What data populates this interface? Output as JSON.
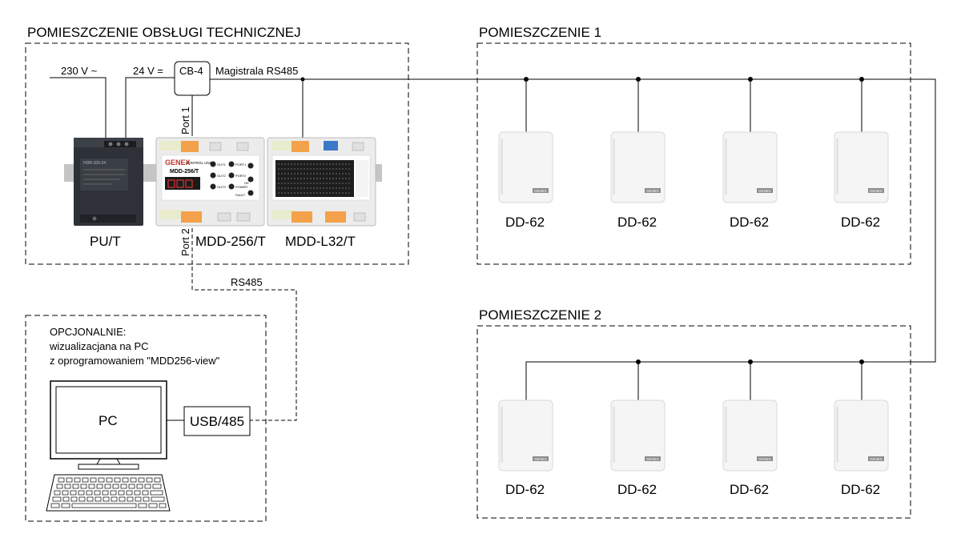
{
  "rooms": {
    "technical": "POMIESZCZENIE OBSŁUGI TECHNICZNEJ",
    "room1": "POMIESZCZENIE 1",
    "room2": "POMIESZCZENIE 2"
  },
  "labels": {
    "v230": "230 V ~",
    "v24": "24 V =",
    "cb4": "CB-4",
    "bus": "Magistrala RS485",
    "port1": "Port 1",
    "port2": "Port 2",
    "rs485": "RS485",
    "usb485": "USB/485",
    "pc": "PC"
  },
  "devices": {
    "psu": "PU/T",
    "mdd256": "MDD-256/T",
    "mddl32": "MDD-L32/T",
    "mdd_brand": "GENEX",
    "mdd_cu": "CONTROL UNIT",
    "mdd_model": "MDD-256/T",
    "psu_model": "HDR-100-24",
    "led": {
      "out1": "OUT1",
      "out2": "OUT2",
      "out3": "OUT3",
      "port1": "PORT1",
      "port2": "PORT2",
      "power": "POWER",
      "fault": "FAULT",
      "ok": "OK"
    }
  },
  "detector": "DD-62",
  "detector_brand": "GENEX",
  "optional": {
    "line1": "OPCJONALNIE:",
    "line2": "wizualizacjana na PC",
    "line3": "z oprogramowaniem \"MDD256-view\""
  }
}
